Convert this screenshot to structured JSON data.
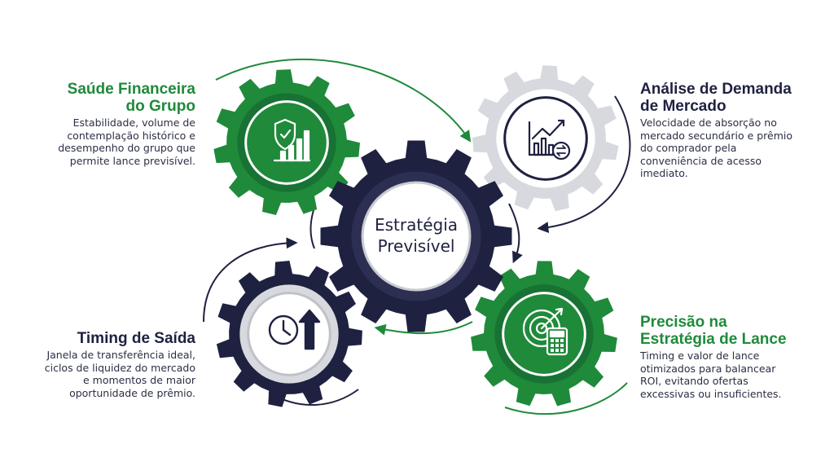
{
  "center": {
    "line1": "Estratégia",
    "line2": "Previsível"
  },
  "blocks": {
    "top_left": {
      "title_line1": "Saúde Financeira",
      "title_line2": "do Grupo",
      "desc": [
        "Estabilidade, volume de",
        "contemplação histórico e",
        "desempenho do grupo que",
        "permite lance previsível."
      ]
    },
    "top_right": {
      "title_line1": "Análise de Demanda",
      "title_line2": "de Mercado",
      "desc": [
        "Velocidade de absorção no",
        "mercado secundário e prêmio",
        "do comprador pela",
        "conveniência de acesso",
        "imediato."
      ]
    },
    "bottom_left": {
      "title_line1": "Timing de Saída",
      "desc": [
        "Janela de transferência ideal,",
        "ciclos de liquidez do mercado",
        "e momentos de maior",
        "oportunidade de prêmio."
      ]
    },
    "bottom_right": {
      "title_line1": "Precisão na",
      "title_line2": "Estratégia de Lance",
      "desc": [
        "Timing e valor de lance",
        "otimizados para balancear",
        "ROI, evitando ofertas",
        "excessivas ou insuficientes."
      ]
    }
  },
  "icons": {
    "top_left": "shield-bar-chart-icon",
    "top_right": "growth-chart-exchange-icon",
    "bottom_left": "clock-arrow-up-icon",
    "bottom_right": "target-calculator-icon"
  },
  "colors": {
    "green": "#1f8a3a",
    "navy": "#1e2140",
    "silver": "#d7d9de"
  }
}
